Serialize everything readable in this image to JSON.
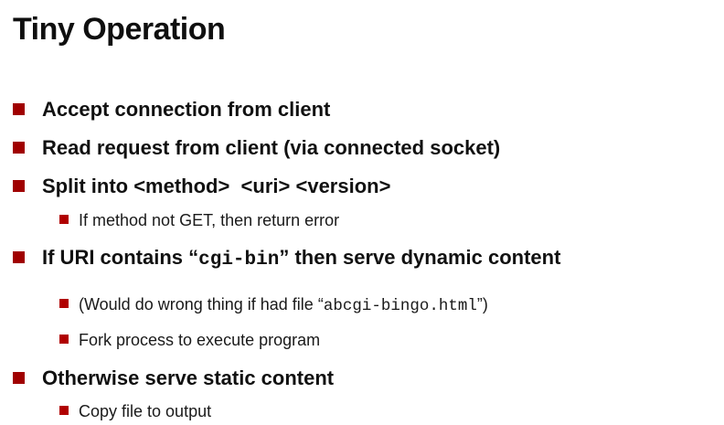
{
  "slide": {
    "title": "Tiny Operation",
    "colors": {
      "background": "#FFFFFF",
      "bullet_main": "#A00000",
      "bullet_sub": "#B00000",
      "text": "#111111"
    },
    "bullets": [
      {
        "level": 1,
        "segments": [
          {
            "text": "Accept connection from client",
            "font": "sans-bold"
          }
        ]
      },
      {
        "level": 1,
        "segments": [
          {
            "text": "Read request from client (via connected socket)",
            "font": "sans-bold"
          }
        ]
      },
      {
        "level": 1,
        "segments": [
          {
            "text": "Split into <method>  <uri> <version>",
            "font": "sans-bold"
          }
        ]
      },
      {
        "level": 2,
        "segments": [
          {
            "text": "If method not GET, then return error",
            "font": "sans"
          }
        ]
      },
      {
        "level": 1,
        "segments": [
          {
            "text": "If URI contains “",
            "font": "sans-bold"
          },
          {
            "text": "cgi-bin",
            "font": "mono-bold"
          },
          {
            "text": "” then serve dynamic content",
            "font": "sans-bold"
          }
        ]
      },
      {
        "level": 2,
        "segments": [
          {
            "text": "(Would do wrong thing if had file “",
            "font": "sans"
          },
          {
            "text": "abcgi-bingo.html",
            "font": "mono"
          },
          {
            "text": "”)",
            "font": "sans"
          }
        ]
      },
      {
        "level": 2,
        "segments": [
          {
            "text": "Fork process to execute program",
            "font": "sans"
          }
        ]
      },
      {
        "level": 1,
        "segments": [
          {
            "text": "Otherwise serve static content",
            "font": "sans-bold"
          }
        ]
      },
      {
        "level": 2,
        "segments": [
          {
            "text": "Copy file to output",
            "font": "sans"
          }
        ]
      }
    ]
  }
}
